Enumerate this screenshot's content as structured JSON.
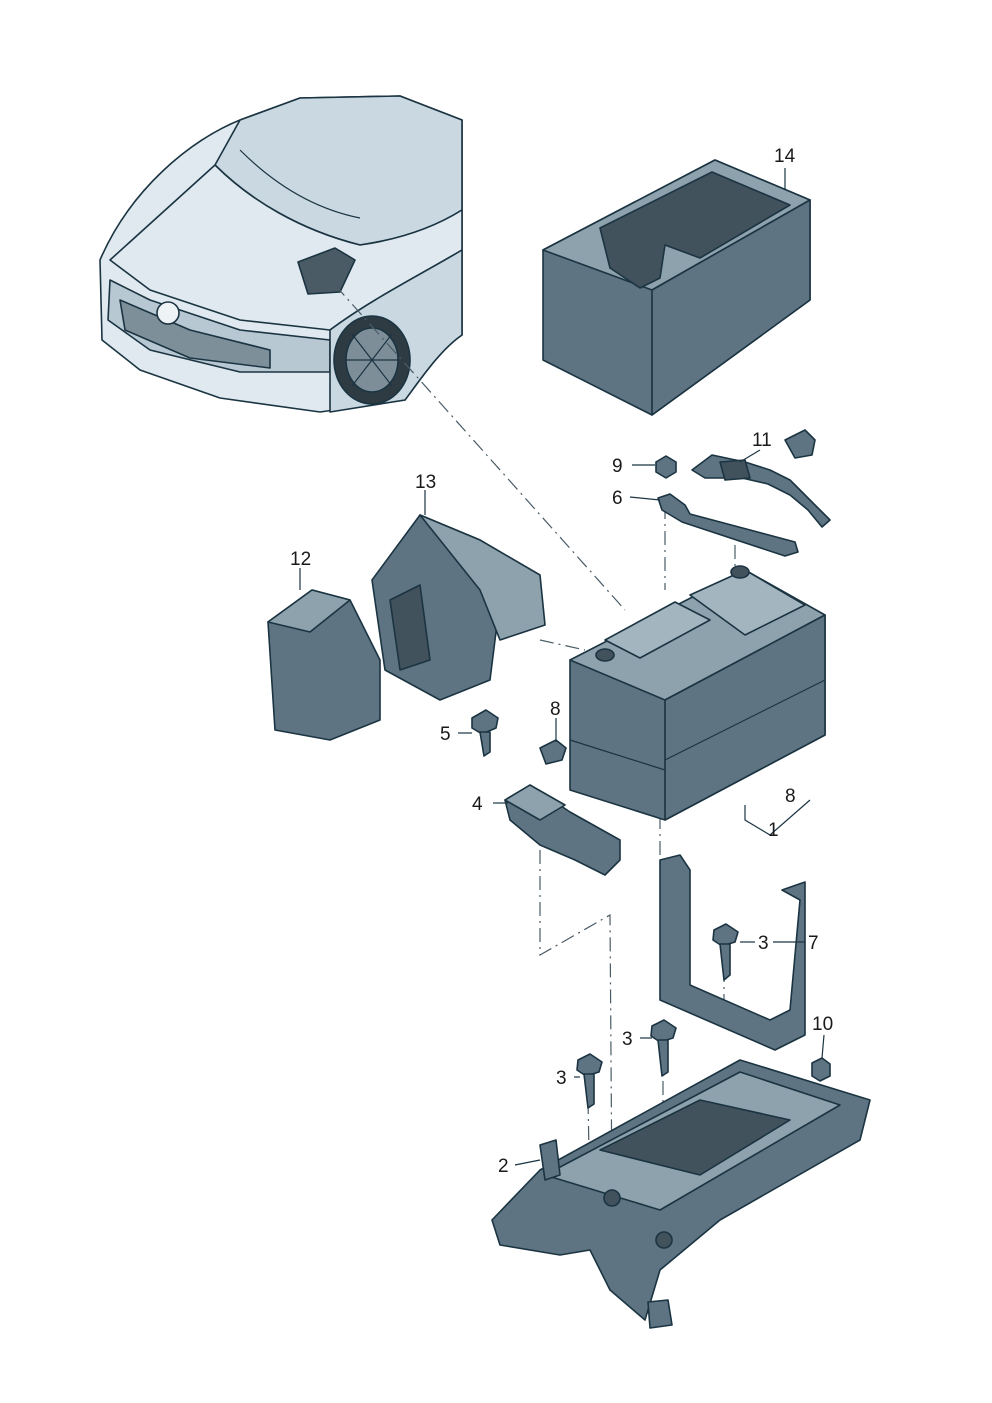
{
  "callouts": [
    {
      "id": "1",
      "label": "1"
    },
    {
      "id": "2",
      "label": "2"
    },
    {
      "id": "3a",
      "label": "3"
    },
    {
      "id": "3b",
      "label": "3"
    },
    {
      "id": "3c",
      "label": "3"
    },
    {
      "id": "4",
      "label": "4"
    },
    {
      "id": "5",
      "label": "5"
    },
    {
      "id": "6",
      "label": "6"
    },
    {
      "id": "7",
      "label": "7"
    },
    {
      "id": "8a",
      "label": "8"
    },
    {
      "id": "8b",
      "label": "8"
    },
    {
      "id": "9",
      "label": "9"
    },
    {
      "id": "10",
      "label": "10"
    },
    {
      "id": "11",
      "label": "11"
    },
    {
      "id": "12",
      "label": "12"
    },
    {
      "id": "13",
      "label": "13"
    },
    {
      "id": "14",
      "label": "14"
    }
  ],
  "colors": {
    "part_fill": "#5f7482",
    "part_light": "#8ea2ad",
    "part_dark": "#42525c",
    "car_fill": "#dfe9ef",
    "outline": "#1b3442"
  }
}
